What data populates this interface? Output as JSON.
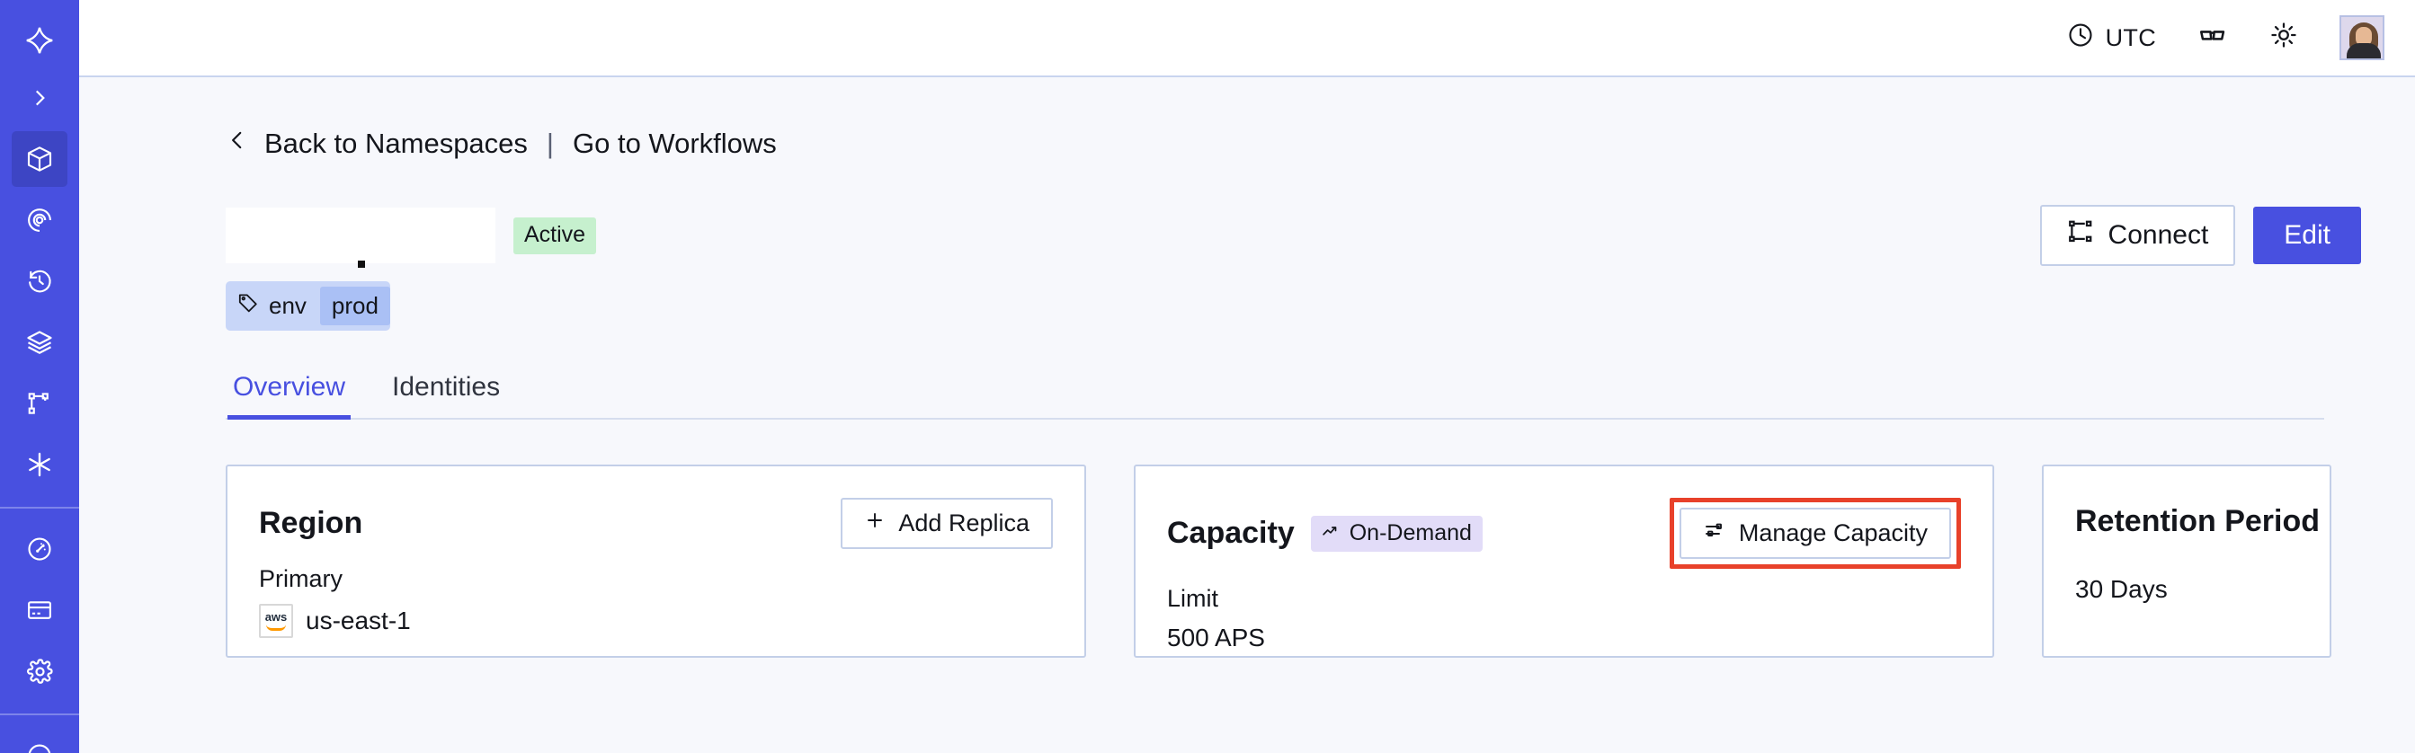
{
  "sidebar": {
    "items": [
      {
        "name": "logo",
        "icon": "temporal-logo-icon",
        "active": false
      },
      {
        "name": "expand",
        "icon": "chevron-right-icon",
        "active": false
      },
      {
        "name": "namespaces",
        "icon": "cube-icon",
        "active": true
      },
      {
        "name": "observability",
        "icon": "radar-eye-icon",
        "active": false
      },
      {
        "name": "history",
        "icon": "clock-rotate-icon",
        "active": false
      },
      {
        "name": "schedules",
        "icon": "layers-icon",
        "active": false
      },
      {
        "name": "workflows",
        "icon": "git-branch-icon",
        "active": false
      },
      {
        "name": "nexus",
        "icon": "asterisk-icon",
        "active": false
      },
      {
        "name": "usage",
        "icon": "gauge-icon",
        "active": false
      },
      {
        "name": "billing",
        "icon": "credit-card-icon",
        "active": false
      },
      {
        "name": "settings",
        "icon": "gear-icon",
        "active": false
      }
    ]
  },
  "topbar": {
    "timezone_label": "UTC",
    "timezone_icon": "clock-icon",
    "glasses_icon": "glasses-icon",
    "theme_icon": "sun-icon",
    "avatar_icon": "user-avatar"
  },
  "breadcrumb": {
    "back_icon": "chevron-left-icon",
    "back_label": "Back to Namespaces",
    "separator": "|",
    "forward_label": "Go to Workflows"
  },
  "header": {
    "namespace_name": "",
    "status_badge": "Active",
    "connect_label": "Connect",
    "connect_icon": "connect-network-icon",
    "edit_label": "Edit"
  },
  "tag": {
    "icon": "tag-icon",
    "key": "env",
    "value": "prod"
  },
  "tabs": [
    {
      "label": "Overview",
      "active": true
    },
    {
      "label": "Identities",
      "active": false
    }
  ],
  "cards": {
    "region": {
      "title": "Region",
      "action_label": "Add Replica",
      "action_icon": "plus-icon",
      "sub_label": "Primary",
      "provider_icon": "aws-logo",
      "value": "us-east-1"
    },
    "capacity": {
      "title": "Capacity",
      "badge_label": "On-Demand",
      "badge_icon": "trending-up-icon",
      "action_label": "Manage Capacity",
      "action_icon": "sliders-icon",
      "sub_label": "Limit",
      "value": "500 APS",
      "highlight_color": "#e8412a"
    },
    "retention": {
      "title": "Retention Period",
      "value": "30 Days"
    }
  },
  "colors": {
    "sidebar": "#4850e0",
    "sidebar_active": "#3d45c4",
    "accent": "#4850e0",
    "page_bg": "#f7f8fc",
    "status_active_bg": "#c6f0ce",
    "badge_ondemand_bg": "#e2dcf8",
    "tag_bg": "#c8d6f8",
    "tag_value_bg": "#aac0f5",
    "highlight": "#e8412a"
  }
}
